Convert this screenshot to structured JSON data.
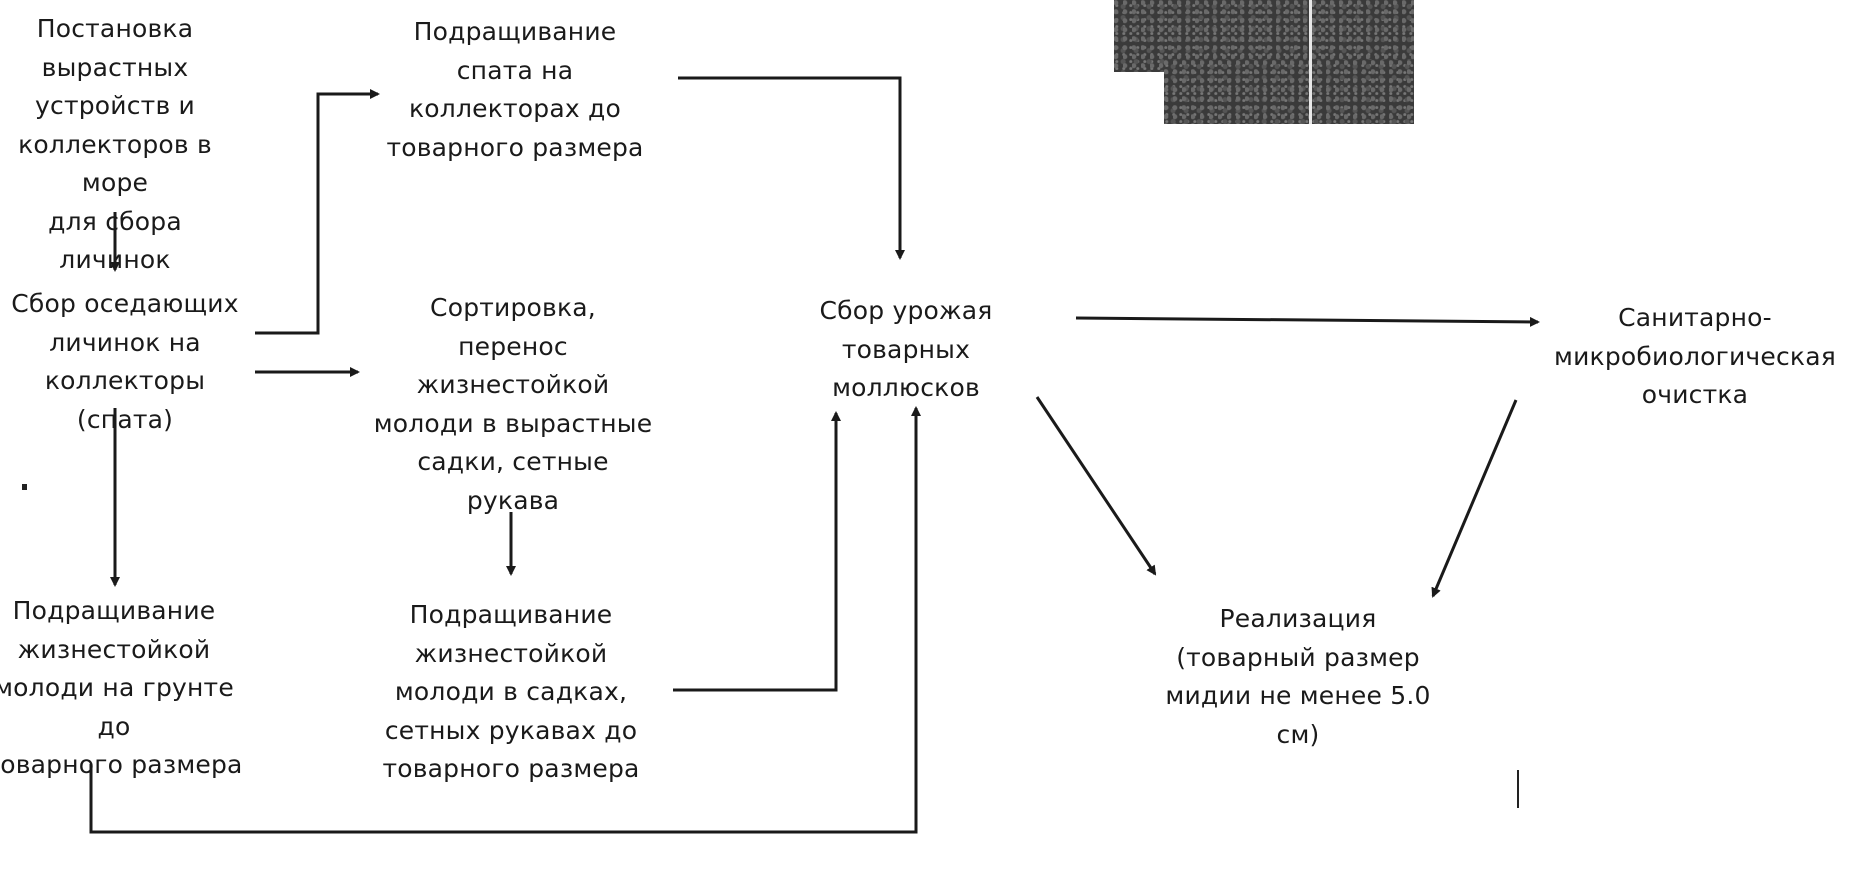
{
  "nodes": {
    "install": "Постановка\nвырастных\nустройств и\nколлекторов в море\nдля сбора личинок",
    "collect_larvae": "Сбор оседающих\nличинок на\nколлекторы (спата)",
    "grow_bottom": "Подращивание\nжизнестойкой\nмолоди на грунте до\nтоварного размера",
    "grow_spat": "Подращивание\nспата на\nколлекторах до\nтоварного размера",
    "sorting": "Сортировка,\nперенос\nжизнестойкой\nмолоди в вырастные\nсадки, сетные\nрукава",
    "grow_cages": "Подращивание\nжизнестойкой\nмолоди в садках,\nсетных рукавах до\nтоварного размера",
    "harvest": "Сбор урожая\nтоварных\nмоллюсков",
    "sanitary": "Санитарно-\nмикробиологическая\nочистка",
    "sale": "Реализация\n(товарный размер\nмидии не менее 5.0\nсм)"
  }
}
